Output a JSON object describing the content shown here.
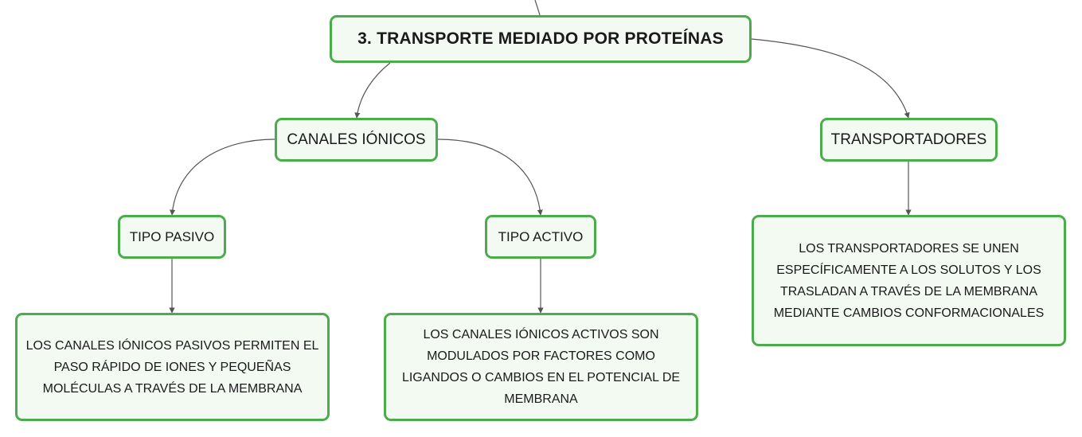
{
  "theme": {
    "node_border": "#4bac4b",
    "node_fill": "#f2faf2",
    "connector": "#555555",
    "text": "#1a1a1a"
  },
  "nodes": {
    "root": "3. TRANSPORTE MEDIADO POR PROTEÍNAS",
    "canales_ionicos": "CANALES IÓNICOS",
    "transportadores": "TRANSPORTADORES",
    "tipo_pasivo": "TIPO PASIVO",
    "tipo_activo": "TIPO ACTIVO",
    "desc_pasivo": "LOS CANALES IÓNICOS PASIVOS PERMITEN EL PASO RÁPIDO DE IONES Y PEQUEÑAS MOLÉCULAS A TRAVÉS DE LA MEMBRANA",
    "desc_activo": "LOS CANALES IÓNICOS ACTIVOS SON MODULADOS POR FACTORES COMO LIGANDOS O CAMBIOS EN EL POTENCIAL DE MEMBRANA",
    "desc_transportadores": "LOS TRANSPORTADORES SE UNEN ESPECÍFICAMENTE A LOS SOLUTOS Y LOS TRASLADAN A TRAVÉS DE LA MEMBRANA MEDIANTE CAMBIOS CONFORMACIONALES"
  },
  "edges": [
    [
      "root",
      "canales_ionicos"
    ],
    [
      "root",
      "transportadores"
    ],
    [
      "canales_ionicos",
      "tipo_pasivo"
    ],
    [
      "canales_ionicos",
      "tipo_activo"
    ],
    [
      "tipo_pasivo",
      "desc_pasivo"
    ],
    [
      "tipo_activo",
      "desc_activo"
    ],
    [
      "transportadores",
      "desc_transportadores"
    ]
  ]
}
